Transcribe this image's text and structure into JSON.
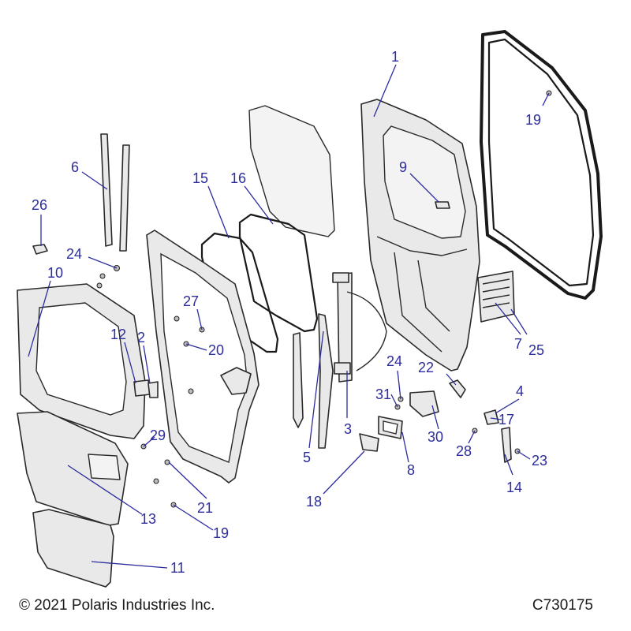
{
  "diagram": {
    "callouts": [
      "1",
      "2",
      "3",
      "4",
      "5",
      "6",
      "7",
      "8",
      "9",
      "10",
      "11",
      "12",
      "13",
      "14",
      "15",
      "16",
      "17",
      "18",
      "19",
      "19",
      "20",
      "21",
      "22",
      "23",
      "24",
      "24",
      "25",
      "26",
      "27",
      "28",
      "29",
      "30",
      "31"
    ]
  },
  "footer": {
    "copyright": "© 2021 Polaris Industries Inc.",
    "figure_id": "C730175"
  }
}
